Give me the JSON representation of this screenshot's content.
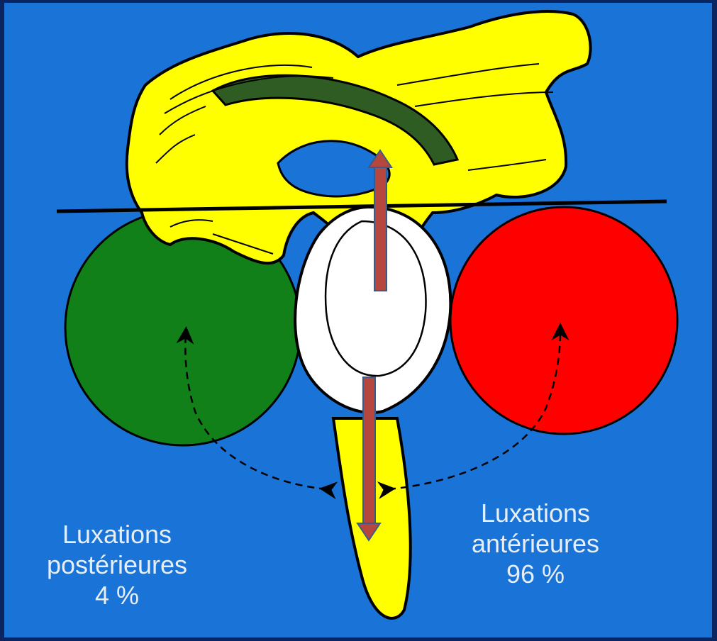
{
  "colors": {
    "background": "#1a73d6",
    "frame": "#0b2560",
    "bone": "#ffff00",
    "posterior_head": "#118019",
    "anterior_head": "#ff0000",
    "glenoid": "#ffffff",
    "ligament": "#2e5c22",
    "arrow": "#b5473f",
    "arrow_outline": "#3b5a8a",
    "text": "#e8eef6"
  },
  "labels": {
    "posterior": {
      "line1": "Luxations",
      "line2": "postérieures",
      "line3": "4 %"
    },
    "anterior": {
      "line1": "Luxations",
      "line2": "antérieures",
      "line3": "96 %"
    }
  },
  "values": {
    "posterior_percent": 4,
    "anterior_percent": 96
  }
}
